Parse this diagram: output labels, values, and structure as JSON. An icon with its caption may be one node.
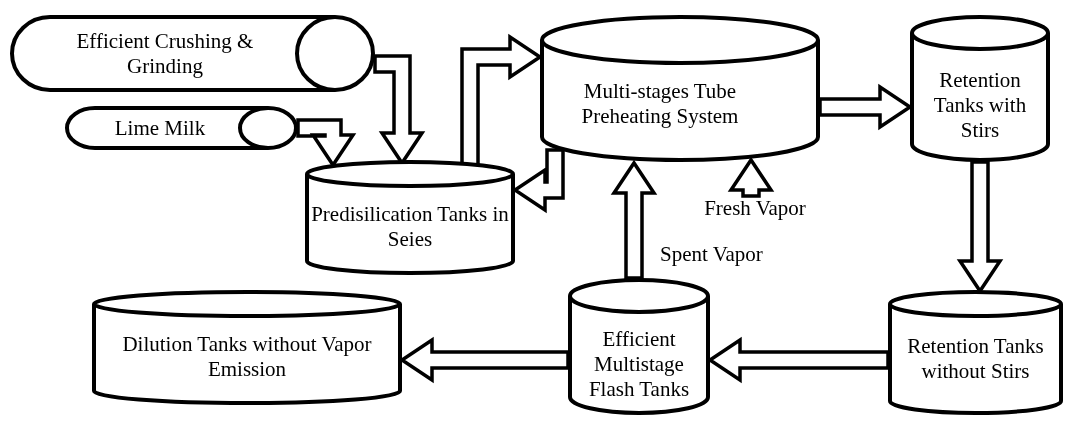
{
  "diagram": {
    "nodes": [
      {
        "text": [
          "Efficient Crushing & Grinding"
        ]
      },
      {
        "text": [
          "Lime Milk"
        ]
      },
      {
        "text": [
          "Predisilication Tanks in Seies"
        ]
      },
      {
        "text": [
          "Multi-stages Tube Preheating System"
        ]
      },
      {
        "text": [
          "Retention Tanks with Stirs"
        ]
      },
      {
        "text": [
          "Retention Tanks without Stirs"
        ]
      },
      {
        "text": [
          "Efficient Multistage Flash Tanks"
        ]
      },
      {
        "text": [
          "Dilution Tanks without Vapor Emission"
        ]
      },
      {
        "text": [
          "Fresh Vapor"
        ]
      }
    ],
    "edges": [
      {
        "from": 0,
        "to": 2,
        "arrow": "to"
      },
      {
        "from": 1,
        "to": 2,
        "arrow": "to"
      },
      {
        "from": 2,
        "to": 3,
        "arrow": "to"
      },
      {
        "from": 3,
        "to": 2,
        "arrow": "to"
      },
      {
        "from": 3,
        "to": 4,
        "arrow": "to"
      },
      {
        "from": 4,
        "to": 5,
        "arrow": "to"
      },
      {
        "from": 5,
        "to": 6,
        "arrow": "to"
      },
      {
        "from": 6,
        "to": 7,
        "arrow": "to"
      },
      {
        "from": 6,
        "to": 3,
        "arrow": "to",
        "label": "Spent Vapor"
      },
      {
        "from": 8,
        "to": 3,
        "arrow": "to"
      }
    ]
  }
}
